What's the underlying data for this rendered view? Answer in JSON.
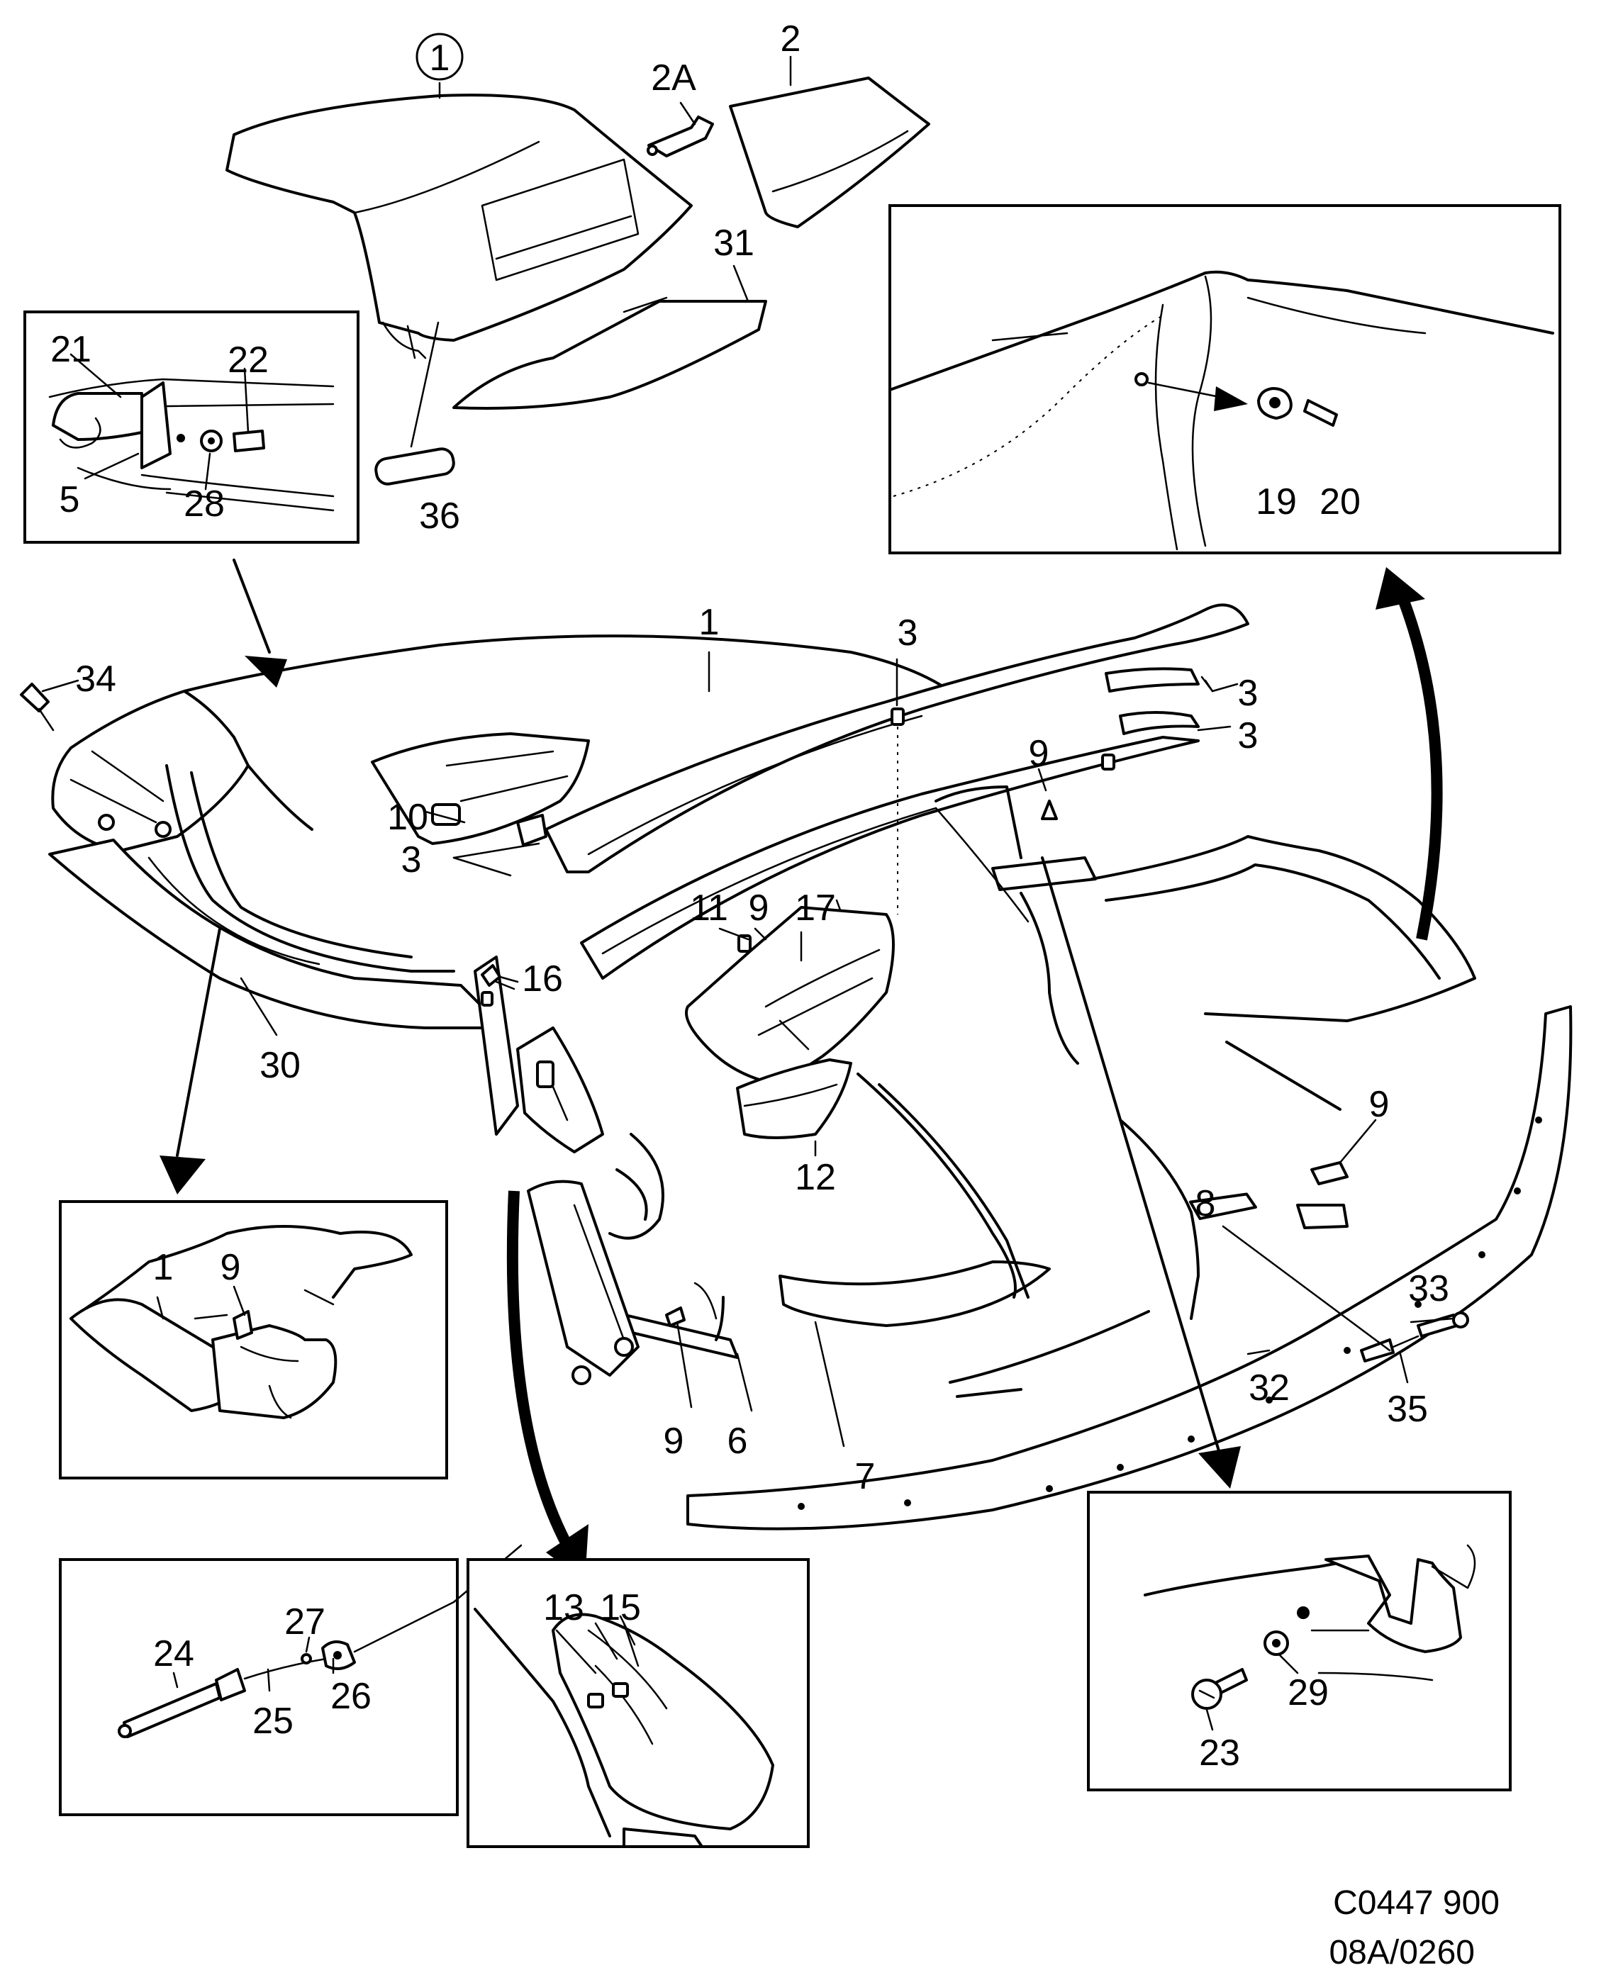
{
  "callouts": {
    "c1": "1",
    "c2": "2",
    "c2a": "2A",
    "c31": "31",
    "c36": "36",
    "c21": "21",
    "c22": "22",
    "c5": "5",
    "c28": "28",
    "c19": "19",
    "c20": "20",
    "c1b": "1",
    "c3a": "3",
    "c3b": "3",
    "c3c": "3",
    "c3d": "3",
    "c34": "34",
    "c10": "10",
    "c9a": "9",
    "c11": "11",
    "c9b": "9",
    "c17": "17",
    "c16": "16",
    "c30": "30",
    "c12": "12",
    "c9c": "9",
    "c8": "8",
    "c33": "33",
    "c35": "35",
    "c32": "32",
    "c9d": "9",
    "c6": "6",
    "c7": "7",
    "c1c": "1",
    "c9e": "9",
    "c27": "27",
    "c24": "24",
    "c26": "26",
    "c25": "25",
    "c13": "13",
    "c15": "15",
    "c29": "29",
    "c23": "23"
  },
  "footer": {
    "code_line1": "C0447 900",
    "code_line2": "08A/0260"
  }
}
